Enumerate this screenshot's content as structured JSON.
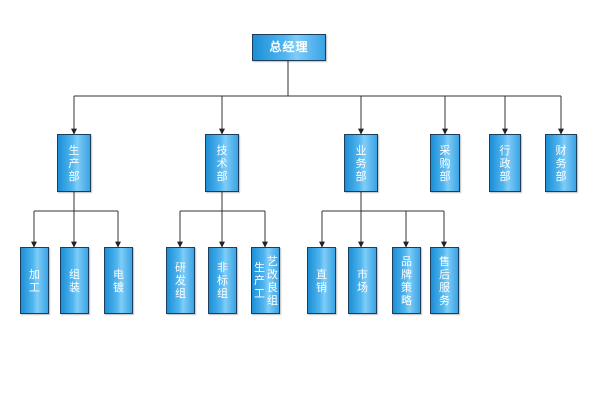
{
  "root": {
    "label": "总经理"
  },
  "departments": [
    {
      "id": "production",
      "label": "生\n产\n部"
    },
    {
      "id": "technology",
      "label": "技\n术\n部"
    },
    {
      "id": "business",
      "label": "业\n务\n部"
    },
    {
      "id": "procurement",
      "label": "采\n购\n部"
    },
    {
      "id": "administration",
      "label": "行\n政\n部"
    },
    {
      "id": "finance",
      "label": "财\n务\n部"
    }
  ],
  "units": {
    "production": [
      {
        "id": "processing",
        "label": "加\n工"
      },
      {
        "id": "assembly",
        "label": "组\n装"
      },
      {
        "id": "electroplating",
        "label": "电\n镀"
      }
    ],
    "technology": [
      {
        "id": "rnd",
        "label": "研\n发\n组"
      },
      {
        "id": "nonstandard",
        "label": "非\n标\n组"
      },
      {
        "id": "process-improvement",
        "col1": "艺\n改\n良\n组",
        "col2": "生\n产\n工"
      }
    ],
    "business": [
      {
        "id": "direct-sales",
        "label": "直\n销"
      },
      {
        "id": "market",
        "label": "市\n场"
      },
      {
        "id": "brand-strategy",
        "label": "品\n牌\n策\n略"
      },
      {
        "id": "after-sales",
        "label": "售\n后\n服\n务"
      }
    ]
  }
}
